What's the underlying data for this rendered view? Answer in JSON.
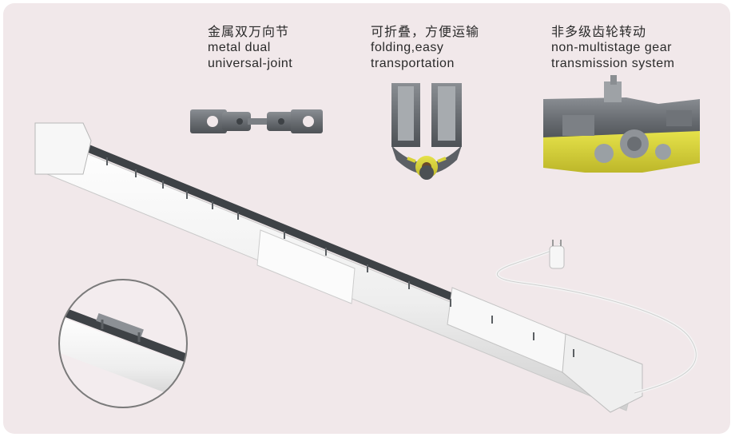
{
  "features": [
    {
      "title_cn": "金属双万向节",
      "line1": "metal dual",
      "line2": "universal-joint",
      "icon": "universal-joint-icon"
    },
    {
      "title_cn": "可折叠，方便运输",
      "line1": "folding,easy",
      "line2": "transportation",
      "icon": "folding-track-icon"
    },
    {
      "title_cn": "非多级齿轮转动",
      "line1": "non-multistage gear",
      "line2": "transmission system",
      "icon": "gearbox-icon"
    }
  ],
  "colors": {
    "background": "#f1e8ea",
    "track": "#f5f5f5",
    "metal": "#6f7378",
    "gear": "#dcd63a"
  }
}
